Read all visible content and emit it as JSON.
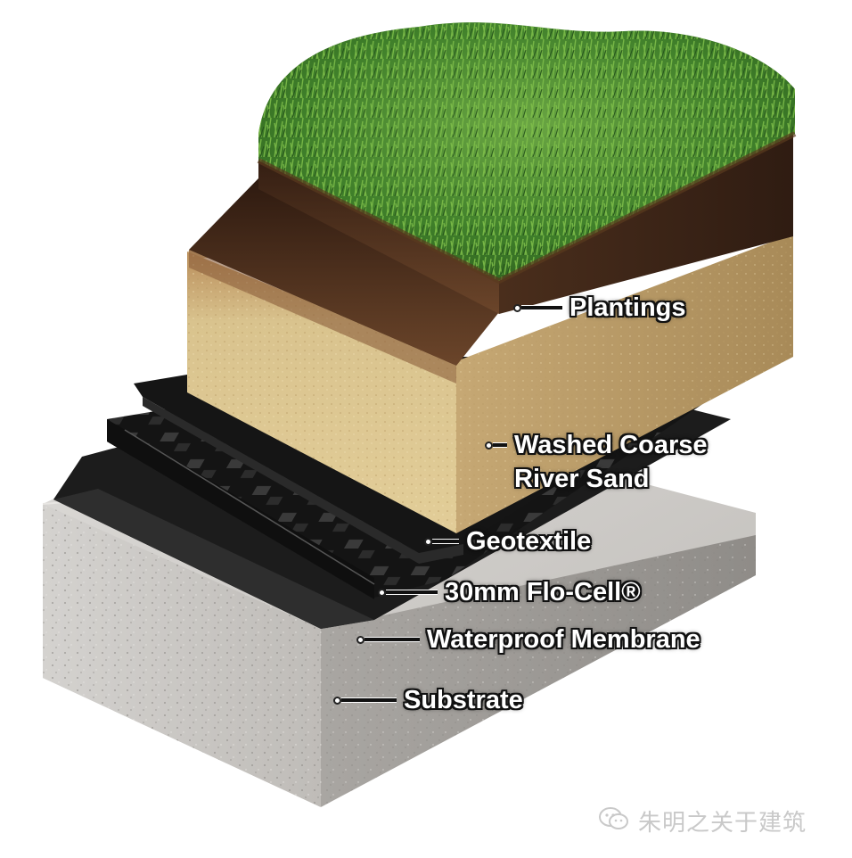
{
  "callouts": {
    "plantings": "Plantings",
    "sand_line1": "Washed Coarse",
    "sand_line2": "River Sand",
    "geotextile": "Geotextile",
    "flocell": "30mm Flo-Cell®",
    "membrane": "Waterproof Membrane",
    "substrate": "Substrate"
  },
  "watermark": {
    "text": "朱明之关于建筑",
    "icon": "wechat-icon"
  },
  "colors": {
    "grass": "#3f7f2a",
    "soil": "#4a2e1c",
    "sand": "#d8c08a",
    "geotextile": "#1a1a1a",
    "substrate": "#c9c7c4"
  }
}
